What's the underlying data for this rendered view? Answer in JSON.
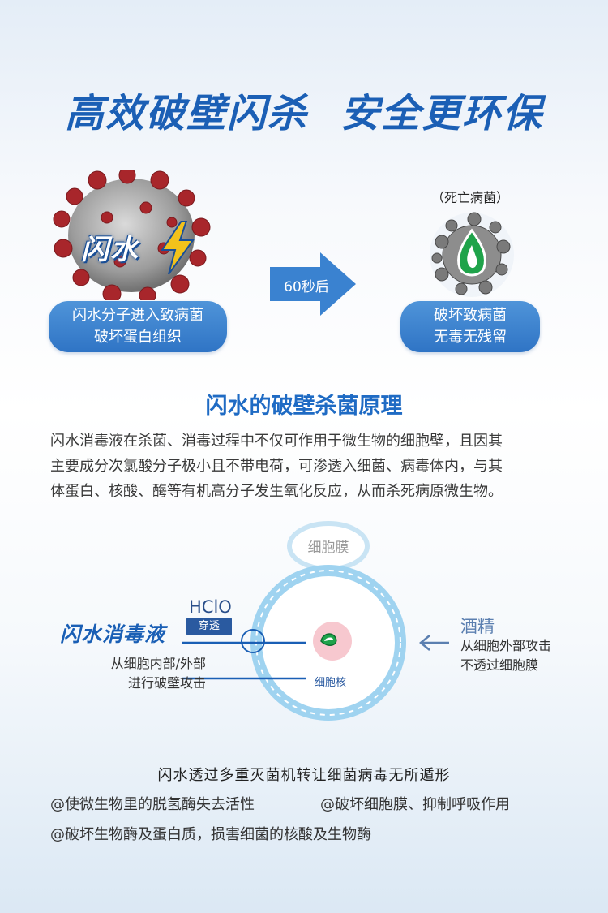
{
  "header": {
    "title_part1": "高效破壁闪杀",
    "title_part2": "安全更环保"
  },
  "left_panel": {
    "brand": "闪水",
    "caption_line1": "闪水分子进入致病菌",
    "caption_line2": "破坏蛋白组织"
  },
  "arrow": {
    "label": "60秒后"
  },
  "right_panel": {
    "status": "（死亡病菌）",
    "caption_line1": "破坏致病菌",
    "caption_line2": "无毒无残留"
  },
  "principle": {
    "title": "闪水的破壁杀菌原理",
    "lines": [
      "闪水消毒液在杀菌、消毒过程中不仅可作用于微生物的细胞壁，且因其",
      "主要成分次氯酸分子极小且不带电荷，可渗透入细菌、病毒体内，与其",
      "体蛋白、核酸、酶等有机高分子发生氧化反应，从而杀死病原微生物。"
    ]
  },
  "diagram": {
    "membrane": "细胞膜",
    "compound": "HClO",
    "penetrate": "穿透",
    "product": "闪水消毒液",
    "product_desc_line1": "从细胞内部/外部",
    "product_desc_line2": "进行破壁攻击",
    "nucleus": "细胞核",
    "alcohol": "酒精",
    "alcohol_desc_line1": "从细胞外部攻击",
    "alcohol_desc_line2": "不透过细胞膜"
  },
  "summary": {
    "title": "闪水透过多重灭菌机转让细菌病毒无所遁形",
    "bullets": [
      "@使微生物里的脱氢酶失去活性",
      "@破坏细胞膜、抑制呼吸作用",
      "@破坏生物酶及蛋白质，损害细菌的核酸及生物酶"
    ]
  },
  "colors": {
    "primary_blue": "#1b5fb5",
    "pill_blue": "#3a82d0",
    "virus_red": "#a8262b",
    "bolt_yellow": "#f2c21b",
    "cell_blue": "#7ec3ea",
    "leaf_green": "#1fa34a"
  }
}
